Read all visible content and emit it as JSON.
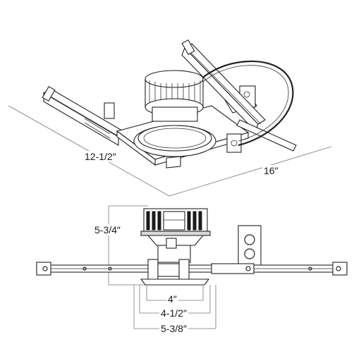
{
  "dimensions": {
    "depth": "12-1/2″",
    "width": "16″",
    "height": "5-3/4″",
    "aperture": "4″",
    "trim_inner": "4-1/2″",
    "trim_outer": "5-3/8″"
  },
  "colors": {
    "line": "#222222",
    "dimension_line": "#777777",
    "background": "#ffffff"
  },
  "icons": {
    "isometric_view": "recessed-downlight-housing-isometric",
    "side_view": "recessed-downlight-housing-side-elevation"
  }
}
